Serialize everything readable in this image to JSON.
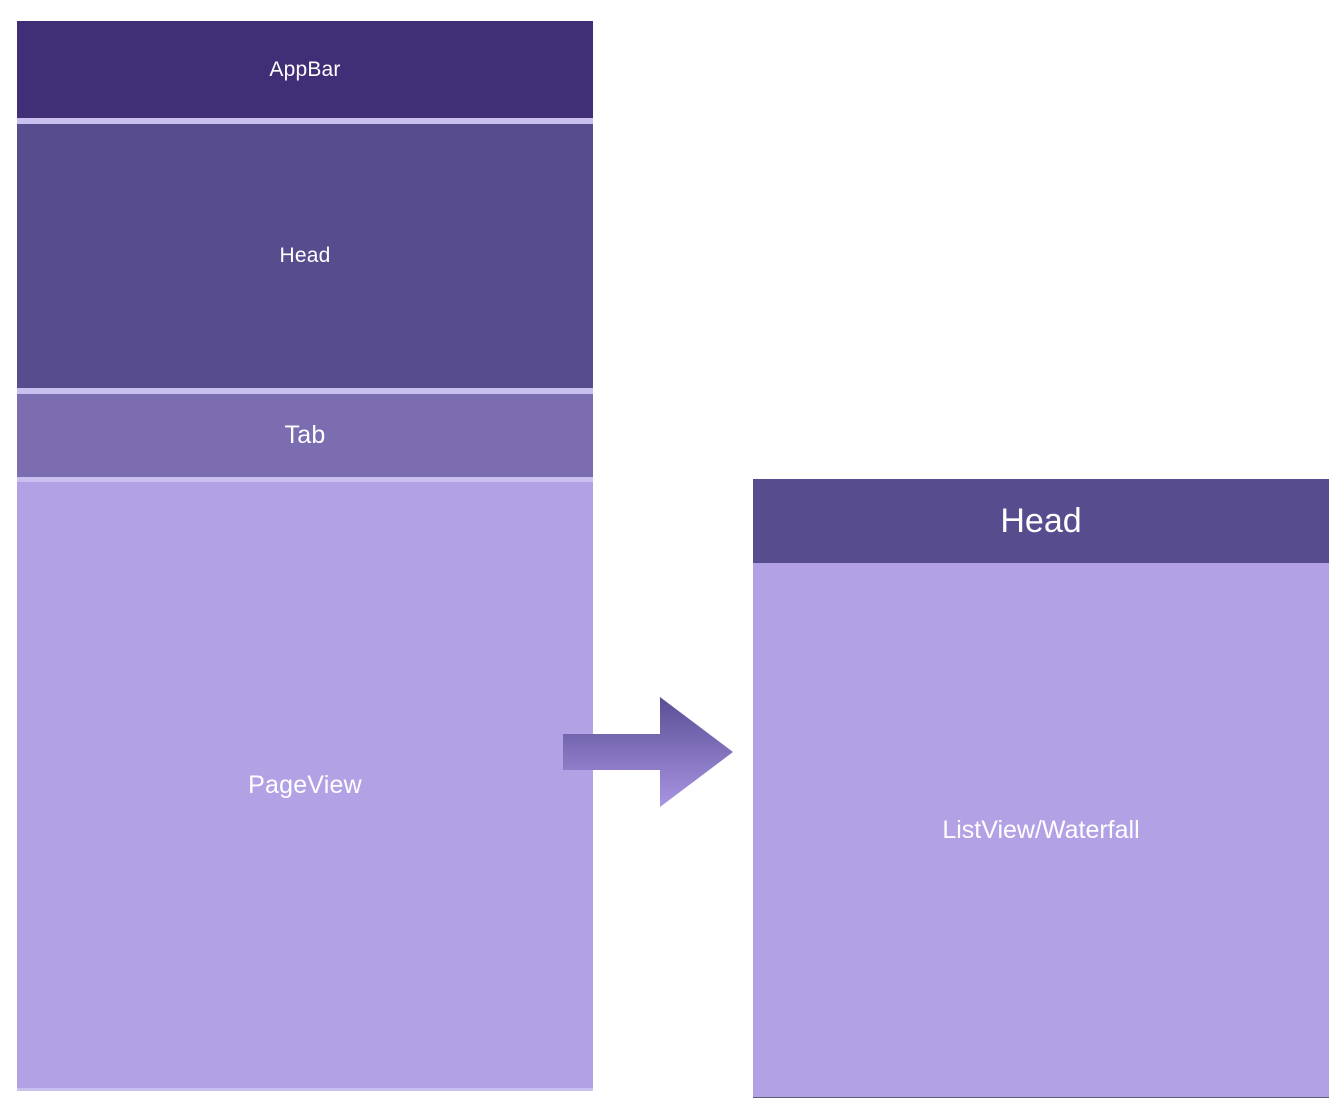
{
  "left_stack": {
    "appbar_label": "AppBar",
    "head_label": "Head",
    "tab_label": "Tab",
    "pageview_label": "PageView"
  },
  "arrow": {
    "icon": "right-arrow-icon"
  },
  "right_panel": {
    "head_label": "Head",
    "body_label": "ListView/Waterfall"
  },
  "colors": {
    "appbar": "#402f76",
    "head": "#564c8e",
    "tab": "#7c6cb0",
    "pageview": "#b2a1e4",
    "divider": "#c9c0ef"
  }
}
